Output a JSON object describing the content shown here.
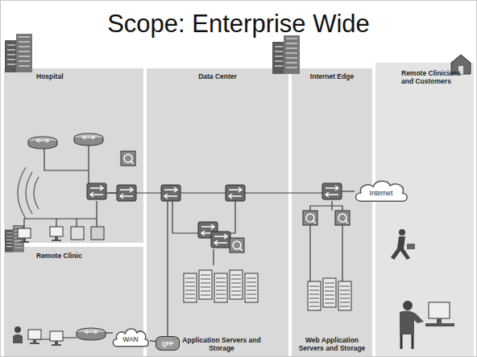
{
  "diagram": {
    "title": "Scope: Enterprise Wide",
    "nodes": [
      {
        "text": [
          "Hospital"
        ]
      },
      {
        "text": [
          "Remote Clinic"
        ]
      },
      {
        "text": [
          "WAN"
        ]
      },
      {
        "text": [
          "Data Center",
          "Application Servers and Storage"
        ]
      },
      {
        "text": [
          "QFP"
        ],
        "in": 3
      },
      {
        "text": [
          "Internet Edge",
          "Web Application Servers and Storage"
        ]
      },
      {
        "text": [
          "Internet"
        ]
      },
      {
        "text": [
          "Remote Clinicians and Customers"
        ]
      }
    ],
    "edges": [
      {
        "from": 2,
        "to": 4,
        "arrow": "none"
      }
    ]
  }
}
